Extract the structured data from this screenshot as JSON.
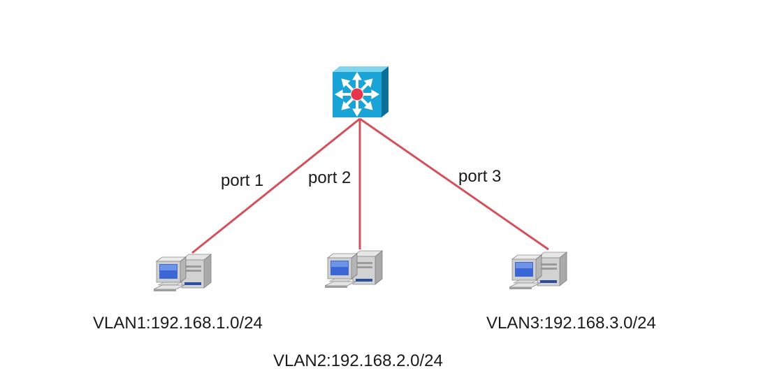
{
  "switch": {
    "icon": "layer3-switch-icon",
    "colors": {
      "top": "#7fd4ee",
      "front": "#1aa3d6",
      "side": "#0b6f99",
      "hub": "#e8344a",
      "arrows": "#ffffff"
    }
  },
  "link_color": "#d5505a",
  "links": [
    {
      "port_label": "port 1",
      "target": "pc-1"
    },
    {
      "port_label": "port 2",
      "target": "pc-2"
    },
    {
      "port_label": "port 3",
      "target": "pc-3"
    }
  ],
  "hosts": [
    {
      "icon": "desktop-computer-icon",
      "vlan_label": "VLAN1:192.168.1.0/24"
    },
    {
      "icon": "desktop-computer-icon",
      "vlan_label": "VLAN2:192.168.2.0/24"
    },
    {
      "icon": "desktop-computer-icon",
      "vlan_label": "VLAN3:192.168.3.0/24"
    }
  ]
}
